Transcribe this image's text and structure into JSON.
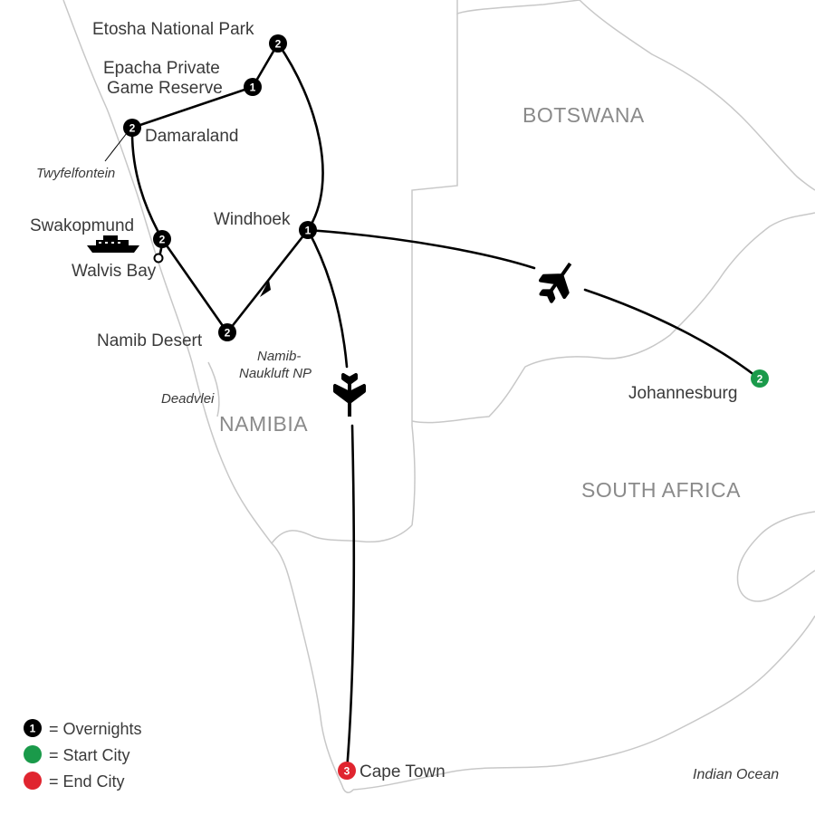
{
  "map": {
    "countries": [
      "BOTSWANA",
      "NAMIBIA",
      "SOUTH AFRICA"
    ],
    "ocean": "Indian Ocean",
    "stops": [
      {
        "name": "Etosha National Park",
        "nights": "2",
        "kind": "overnight"
      },
      {
        "name_line1": "Epacha Private",
        "name_line2": "Game Reserve",
        "nights": "1",
        "kind": "overnight"
      },
      {
        "name": "Damaraland",
        "nights": "2",
        "kind": "overnight"
      },
      {
        "name": "Swakopmund",
        "nights": "2",
        "kind": "overnight"
      },
      {
        "name": "Namib Desert",
        "nights": "2",
        "kind": "overnight"
      },
      {
        "name": "Windhoek",
        "nights": "1",
        "kind": "overnight"
      },
      {
        "name": "Johannesburg",
        "nights": "2",
        "kind": "start"
      },
      {
        "name": "Cape Town",
        "nights": "3",
        "kind": "end"
      }
    ],
    "sights": {
      "twyfelfontein": "Twyfelfontein",
      "walvis_bay": "Walvis Bay",
      "namib_naukluft_line1": "Namib-",
      "namib_naukluft_line2": "Naukluft NP",
      "deadvlei": "Deadvlei"
    },
    "icons": [
      "airplane-icon",
      "boat-icon",
      "direction-arrow-icon"
    ]
  },
  "legend": {
    "overnights_badge": "1",
    "overnights": "= Overnights",
    "start_city": "= Start City",
    "end_city": "= End City"
  },
  "colors": {
    "overnight": "#000000",
    "start": "#1a9a4a",
    "end": "#e0252f",
    "border": "#c8c8c8",
    "country_label": "#8a8a8a"
  }
}
